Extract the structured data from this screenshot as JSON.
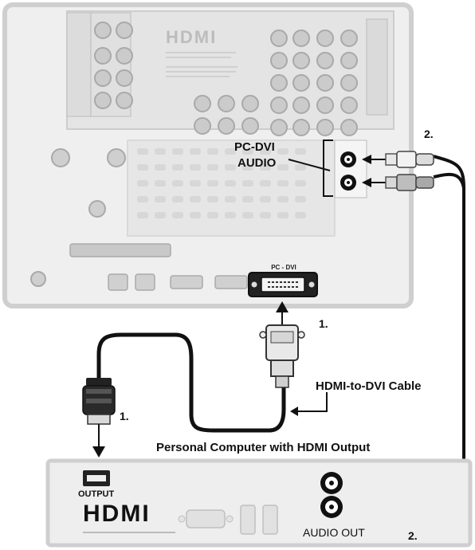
{
  "tv": {
    "brand_mark": "HDMI",
    "pc_dvi_port_label": "PC - DVI",
    "pc_dvi_audio_label_line1": "PC-DVI",
    "pc_dvi_audio_label_line2": "AUDIO"
  },
  "cables": {
    "hdmi_to_dvi_label": "HDMI-to-DVI Cable"
  },
  "steps": {
    "step1_dvi": "1.",
    "step1_hdmi": "1.",
    "step2_tv": "2.",
    "step2_pc": "2."
  },
  "computer": {
    "title": "Personal Computer with HDMI Output",
    "output_label": "OUTPUT",
    "brand_mark": "HDMI",
    "audio_out_label": "AUDIO OUT"
  }
}
